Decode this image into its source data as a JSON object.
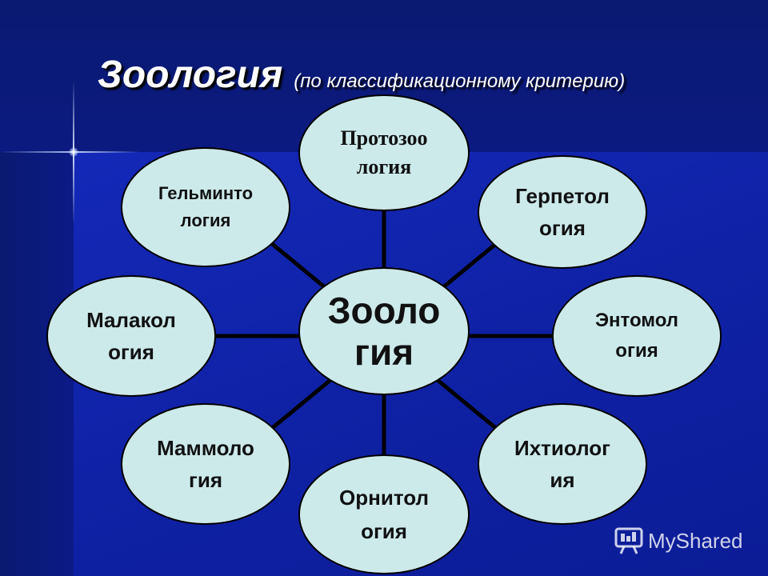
{
  "title": {
    "main": "Зоология",
    "subtitle": "(по классификационному критерию)"
  },
  "center": {
    "line1": "Зооло",
    "line2": "гия"
  },
  "nodes": [
    {
      "line1": "Протозоо",
      "line2": "логия"
    },
    {
      "line1": "Герпетол",
      "line2": "огия"
    },
    {
      "line1": "Энтомол",
      "line2": "огия"
    },
    {
      "line1": "Ихтиолог",
      "line2": "ия"
    },
    {
      "line1": "Орнитол",
      "line2": "огия"
    },
    {
      "line1": "Маммоло",
      "line2": "гия"
    },
    {
      "line1": "Малакол",
      "line2": "огия"
    },
    {
      "line1": "Гельминто",
      "line2": "логия"
    }
  ],
  "watermark": {
    "text": "MyShared",
    "icon": "presentation-board-icon"
  },
  "colors": {
    "node_fill": "#cdeaea",
    "background": "#1428b8",
    "title": "#ffffff"
  }
}
